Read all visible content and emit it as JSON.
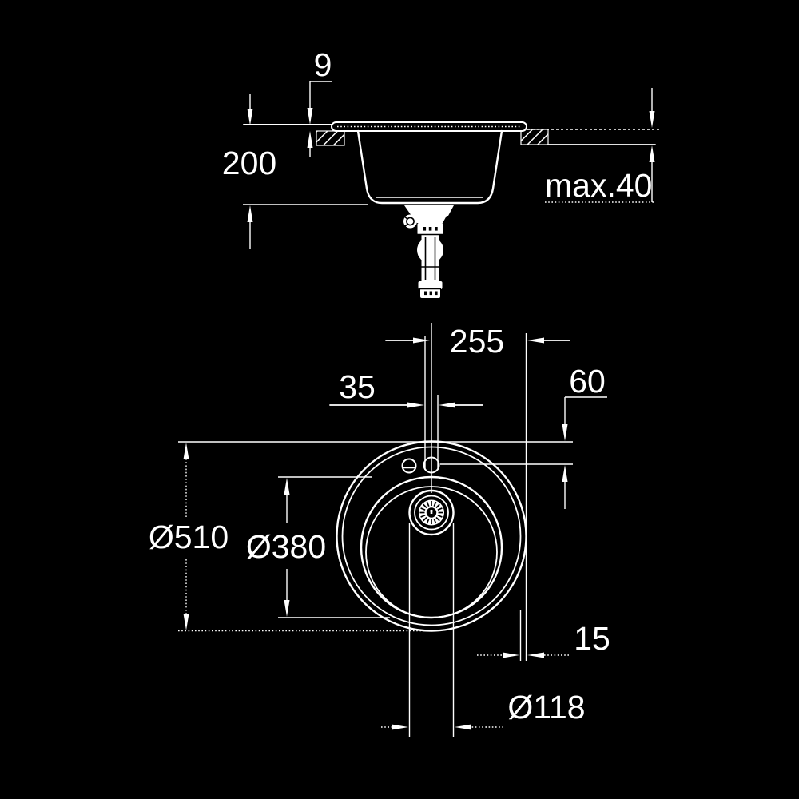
{
  "drawing": {
    "kind": "sink installation dimensional drawing",
    "views": {
      "side_view": "sink cross-section in countertop",
      "top_view": "round sink plan view"
    }
  },
  "colors": {
    "background": "#000000",
    "line": "#ffffff"
  },
  "dims": {
    "rim_height": "9",
    "depth": "200",
    "counter_thickness": "max.40",
    "center_to_edge": "255",
    "tap_offset": "60",
    "tap_hole": "35",
    "outer_diameter": "Ø510",
    "bowl_diameter": "Ø380",
    "rim_width": "15",
    "drain_diameter": "Ø118"
  }
}
